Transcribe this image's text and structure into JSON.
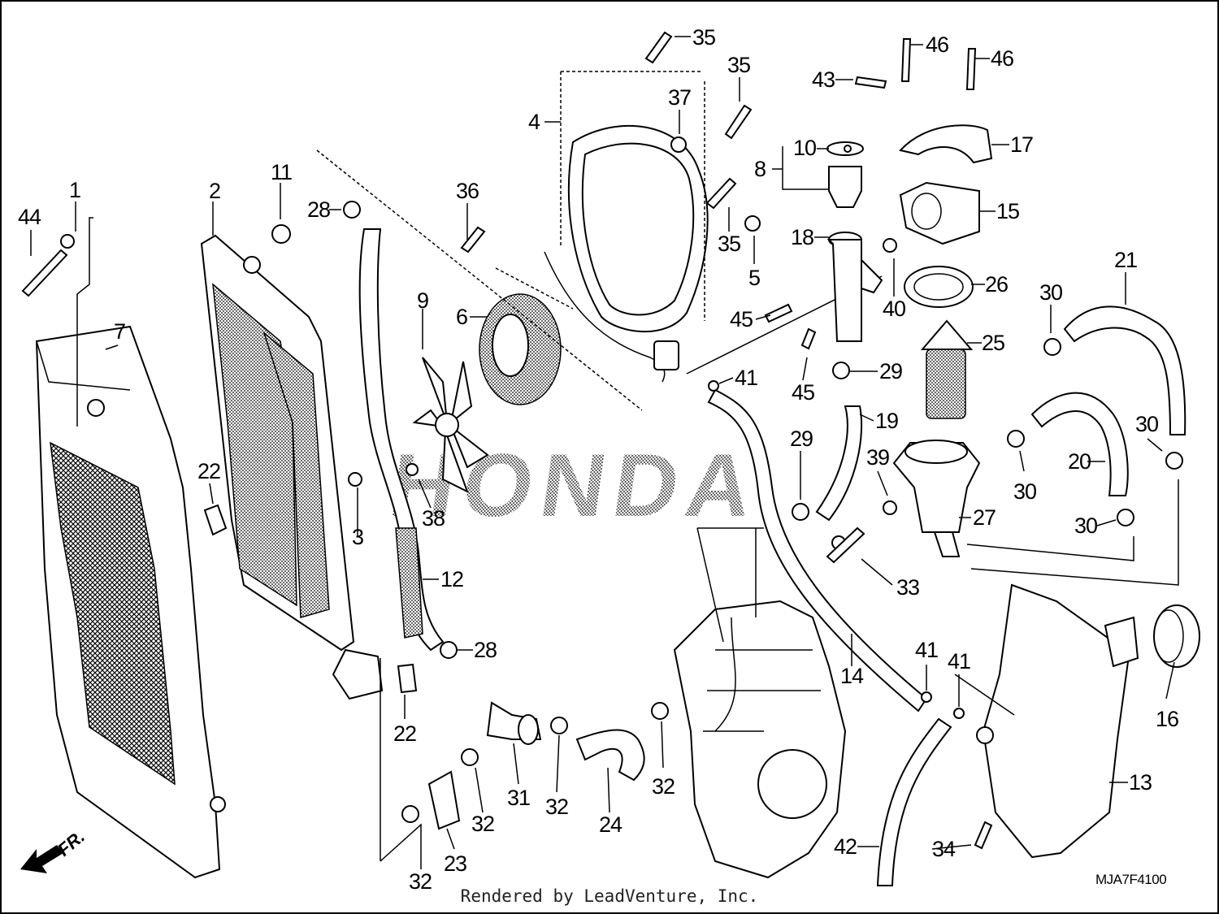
{
  "labels": {
    "p1": "1",
    "p2": "2",
    "p3": "3",
    "p4": "4",
    "p5": "5",
    "p6": "6",
    "p7": "7",
    "p8": "8",
    "p9": "9",
    "p10": "10",
    "p11": "11",
    "p12": "12",
    "p13": "13",
    "p14": "14",
    "p15": "15",
    "p16": "16",
    "p17": "17",
    "p18": "18",
    "p19": "19",
    "p20": "20",
    "p21": "21",
    "p22a": "22",
    "p22b": "22",
    "p23": "23",
    "p24": "24",
    "p25": "25",
    "p26": "26",
    "p27": "27",
    "p28a": "28",
    "p28b": "28",
    "p29a": "29",
    "p29b": "29",
    "p30a": "30",
    "p30b": "30",
    "p30c": "30",
    "p30d": "30",
    "p31": "31",
    "p32a": "32",
    "p32b": "32",
    "p32c": "32",
    "p32d": "32",
    "p33": "33",
    "p34": "34",
    "p35a": "35",
    "p35b": "35",
    "p35c": "35",
    "p36": "36",
    "p37": "37",
    "p38": "38",
    "p39": "39",
    "p40": "40",
    "p41a": "41",
    "p41b": "41",
    "p41c": "41",
    "p42": "42",
    "p43": "43",
    "p44": "44",
    "p45a": "45",
    "p45b": "45",
    "p46a": "46",
    "p46b": "46"
  },
  "direction_label": "FR.",
  "watermark": "HONDA",
  "diagram_code": "MJA7F4100",
  "footer": "Rendered by LeadVenture, Inc."
}
